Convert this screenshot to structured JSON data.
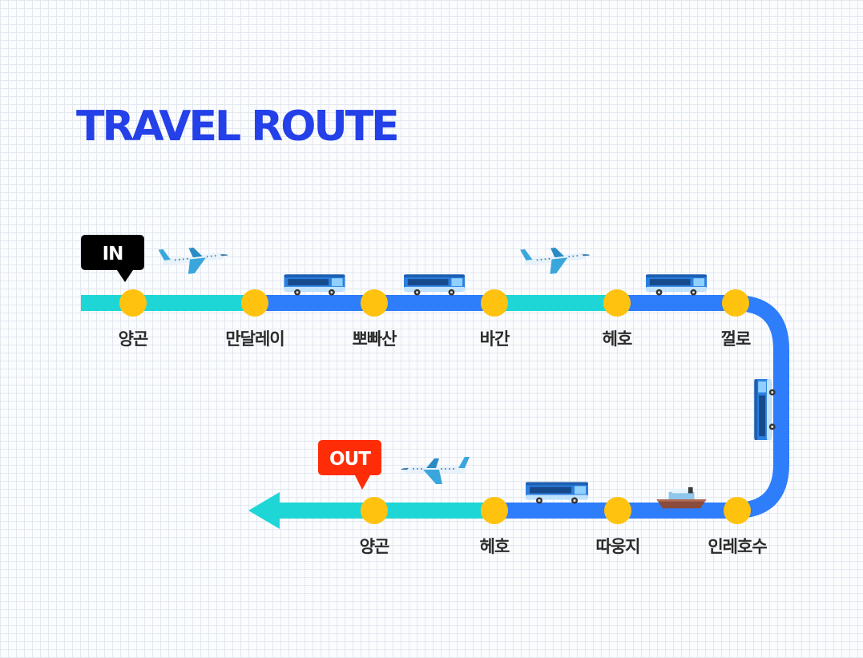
{
  "title": "TRAVEL ROUTE",
  "markers": {
    "in": "IN",
    "out": "OUT"
  },
  "stops_top": [
    "양곤",
    "만달레이",
    "뽀빠산",
    "바간",
    "헤호",
    "껄로"
  ],
  "stops_bottom": [
    "양곤",
    "헤호",
    "따웅지",
    "인레호수"
  ],
  "legs_top": [
    "plane-icon",
    "bus-icon",
    "bus-icon",
    "plane-icon",
    "bus-icon"
  ],
  "legs_bottom": [
    "plane-icon",
    "bus-icon",
    "boat-icon"
  ],
  "colors": {
    "title": "#2440e8",
    "flight_segment": "#1fd6d6",
    "ground_segment": "#2e7dfa",
    "stop_dot": "#ffc30f",
    "in_tag": "#000000",
    "out_tag": "#ff2d07"
  }
}
